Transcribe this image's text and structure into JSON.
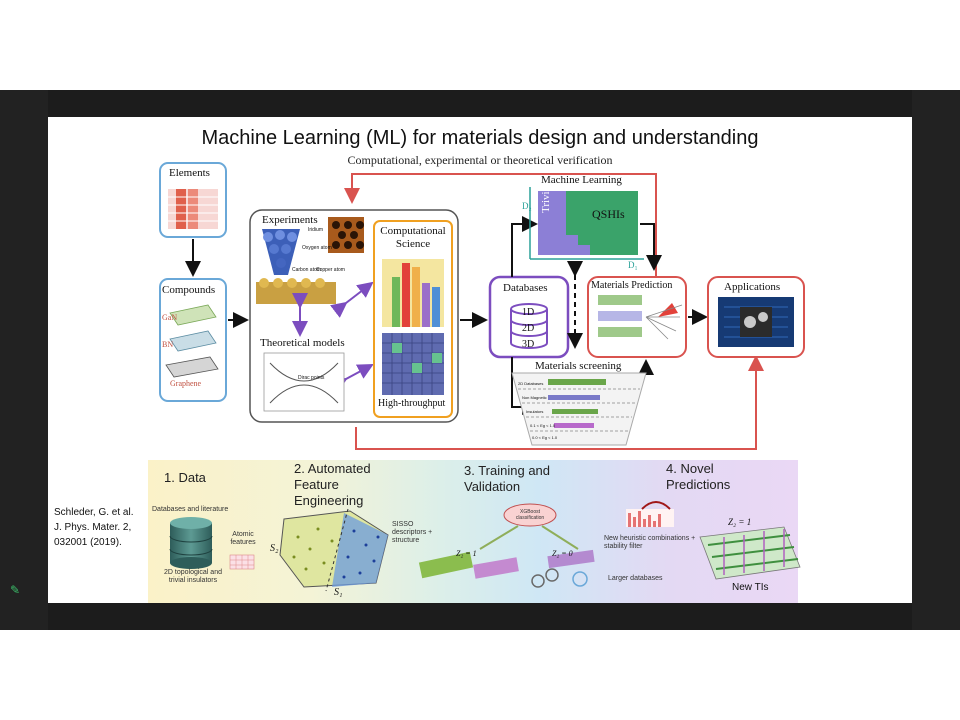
{
  "slide": {
    "title": "Machine Learning (ML) for materials design and understanding",
    "subtitle": "Computational, experimental or theoretical verification"
  },
  "panels": {
    "elements": "Elements",
    "compounds": "Compounds",
    "compound_labels": [
      "GaN",
      "BN",
      "Graphene"
    ],
    "experiments": "Experiments",
    "experiment_labels": [
      "Iridium",
      "Oxygen atom",
      "Carbon atom",
      "Copper atom"
    ],
    "theoretical_models": "Theoretical models",
    "theory_inset": "Dirac points",
    "computational_science_line1": "Computational",
    "computational_science_line2": "Science",
    "high_throughput": "High-throughput",
    "databases": "Databases",
    "database_dims": [
      "1D",
      "2D",
      "3D"
    ],
    "machine_learning": "Machine Learning",
    "ml_regions": [
      "Trivial",
      "QSHIs"
    ],
    "ml_axes": [
      "D₂",
      "D₁"
    ],
    "materials_prediction": "Materials Prediction",
    "materials_screening": "Materials screening",
    "screening_levels": [
      "2D Databases",
      "Non Magnetic",
      "Insulators",
      "0.1 < Eg < 1.0",
      "0.0 < Eg < 1.0"
    ],
    "applications": "Applications"
  },
  "pipeline": {
    "step1": "1. Data",
    "step1_source": "Databases and literature",
    "step1_caption": "2D topological and trivial insulators",
    "atomic_features": "Atomic features",
    "step2": "2. Automated Feature Engineering",
    "axis_s1": "S₁",
    "axis_s2": "S₂",
    "sisso": "SISSO descriptors + structure",
    "step3": "3. Training and Validation",
    "xgboost": "XGBoost classification",
    "z2_minus": "Z₂ = 1",
    "z2_zero": "Z₂ = 0",
    "step4": "4. Novel Predictions",
    "heuristic": "New heuristic combinations + stability filter",
    "larger": "Larger databases",
    "z2_new": "Z₂ = 1",
    "new_tis": "New TIs"
  },
  "citation": {
    "line1": "Schleder, G. et al.",
    "line2": "J. Phys. Mater. 2,",
    "line3": "032001 (2019)."
  },
  "colors": {
    "arrow_red": "#d9534f",
    "elements_border": "#6aa8d8",
    "purple": "#7c4dbf",
    "orange": "#f0a020",
    "teal": "#2aa198",
    "ml_green": "#3aa36a",
    "ml_purple": "#8c7fd6"
  }
}
